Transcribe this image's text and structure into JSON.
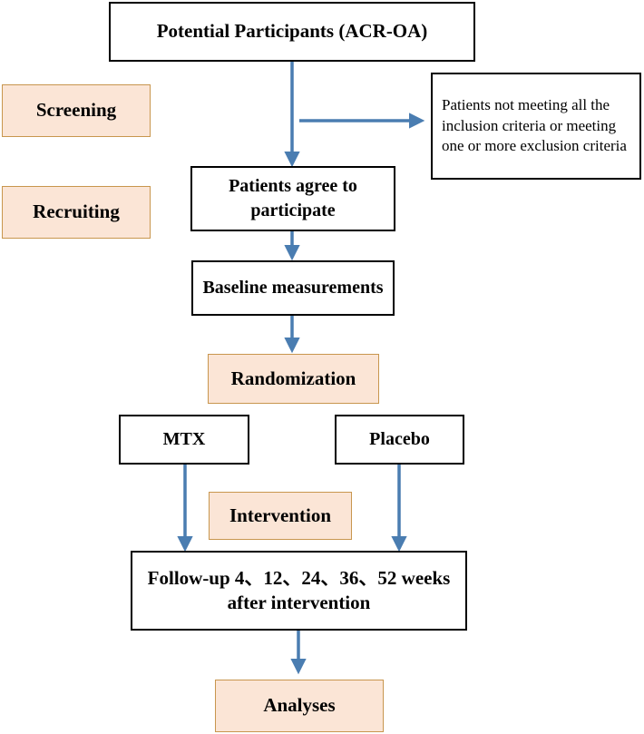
{
  "flow": {
    "potential_participants": "Potential Participants (ACR-OA)",
    "exclusion_note": "Patients not meeting all the inclusion criteria or meeting one or more exclusion criteria",
    "agree": "Patients agree to participate",
    "baseline": "Baseline measurements",
    "mtx": "MTX",
    "placebo": "Placebo",
    "followup": "Follow-up 4、12、24、36、52 weeks after intervention"
  },
  "stages": {
    "screening": "Screening",
    "recruiting": "Recruiting",
    "randomization": "Randomization",
    "intervention": "Intervention",
    "analyses": "Analyses"
  },
  "colors": {
    "arrow": "#4a7db1",
    "stage_fill": "#fbe5d6",
    "stage_border": "#c8964e"
  }
}
